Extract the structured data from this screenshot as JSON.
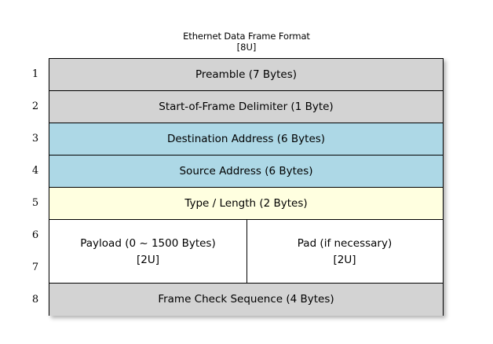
{
  "diagram": {
    "title": "Ethernet Data Frame Format",
    "title_tag": "[8U]",
    "colors": {
      "gray": "#D3D3D3",
      "blue": "#ADD8E6",
      "yellow": "#FFFFE0",
      "white": "#FFFFFF",
      "border": "#000000",
      "background": "#FFFFFF"
    },
    "row_numbers": [
      "1",
      "2",
      "3",
      "4",
      "5",
      "6",
      "7",
      "8"
    ],
    "rows": [
      {
        "number": "1",
        "label": "Preamble (7 Bytes)",
        "fill": "#D3D3D3",
        "split": false
      },
      {
        "number": "2",
        "label": "Start-of-Frame Delimiter (1 Byte)",
        "fill": "#D3D3D3",
        "split": false
      },
      {
        "number": "3",
        "label": "Destination Address (6 Bytes)",
        "fill": "#ADD8E6",
        "split": false
      },
      {
        "number": "4",
        "label": "Source Address (6 Bytes)",
        "fill": "#ADD8E6",
        "split": false
      },
      {
        "number": "5",
        "label": "Type / Length (2 Bytes)",
        "fill": "#FFFFE0",
        "split": false
      },
      {
        "number": "6-7",
        "fill": "#FFFFFF",
        "split": true,
        "left": {
          "line1": "Payload (0 ~ 1500 Bytes)",
          "line2": "[2U]"
        },
        "right": {
          "line1": "Pad (if necessary)",
          "line2": "[2U]"
        }
      },
      {
        "number": "8",
        "label": "Frame Check Sequence (4 Bytes)",
        "fill": "#D3D3D3",
        "split": false
      }
    ]
  }
}
